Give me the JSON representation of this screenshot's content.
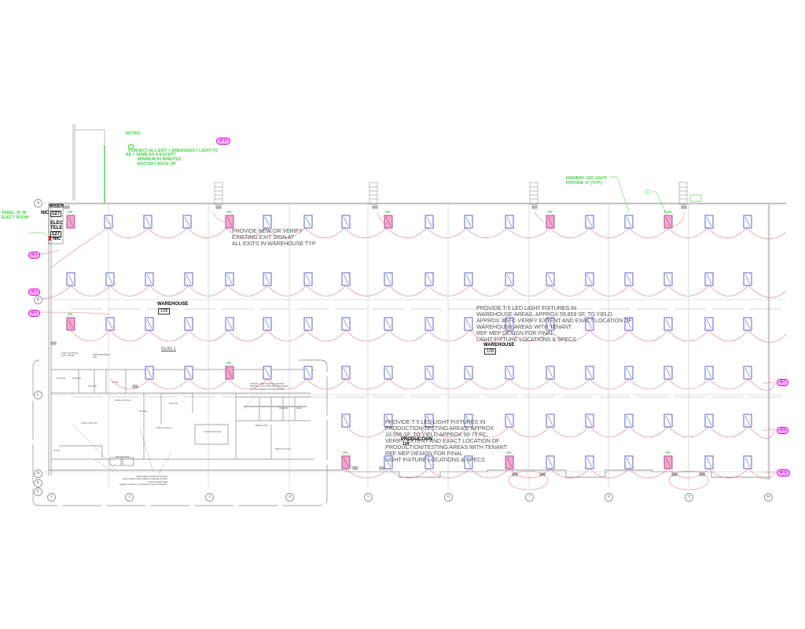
{
  "drawing": {
    "type": "electrical lighting floor plan",
    "colors": {
      "fixture_outline": "#6060d0",
      "emergency_fixture_fill": "#f0a0c0",
      "circuit_arc": "#e07080",
      "notes_green": "#3cd23c",
      "panel_tag_fill": "#ffb3ff",
      "panel_tag_stroke": "#e000e0",
      "walls": "#999999"
    }
  },
  "notes": {
    "heading": "NOTES:",
    "note1_marker": "1",
    "note1_text": "CONNECT ALL EXIT + EMERGENCY LIGHT TO",
    "note1_tag": "H-13",
    "ae_legend_line1": "AE = SAME AS A EXCEPT",
    "ae_legend_line2": "MINIMUM 90 MINUTES",
    "ae_legend_line3": "BATTERY BACK UP"
  },
  "panel_callout": {
    "line1": "PANEL 'H' IN",
    "line2": "ELECT ROOM"
  },
  "rooms": {
    "riser": {
      "name": "RISER",
      "prefix": "NIC",
      "number": "127"
    },
    "elec_tele": {
      "name_line1": "ELEC",
      "name_line2": "TELE",
      "number": "127",
      "suffix": "NIC"
    },
    "warehouse_west": {
      "name": "WAREHOUSE",
      "number": "128"
    },
    "warehouse_east": {
      "name": "WAREHOUSE",
      "number": "128"
    },
    "production": {
      "name": "PRODUCTION",
      "number": "124"
    }
  },
  "callouts": {
    "exit_sign": "PROVIDE NEW OR VERIFY\nEXISTING EXIT SIGN AT\nALL EXITS IN WAREHOUSE TYP",
    "warehouse_fixtures": "PROVIDE T-5 LED LIGHT FIXTURES IN\nWAREHOUSE AREAS, APPROX 59,859 SF, TO YIELD\nAPPROX 30 FC-VERIFY EXTENT AND EXACT LOCATION OF\nWAREHOUSE AREAS WITH TENANT.\nREF MEP DESIGN FOR FINAL\nLIGHT FIXTURE LOCATIONS & SPECS",
    "production_fixtures": "PROVIDE T-5 LED LIGHT FIXTURES IN\nPRODUCTION/TESTING AREAS, APPROX\n10,555 SF, TO YIELD APPROX 50-75 FC,\nVERIFY EXTENT AND EXACT LOCATION OF\nPRODUCTION/TESTING AREAS WITH TENANT.\nREF MEP DESIGN FOR FINAL\nLIGHT FIXTURE LOCATIONS & SPECS",
    "highbay": "HIGHBAY LED LIGHT\nFIXTURE 'A' (TYP.)",
    "highbay_note_marker": "1",
    "detail_ref": "01/A3.1",
    "restroom_note": "INSTALL NEW WATER HEATER\nINSTALL 1 EA AND PROVIDE NEW\nAS REQUIRED (COORDINATE)",
    "low_voltage": "LOW VOLTAGE\nCOIL PANEL",
    "maintenance": "MAINTENANCE\n130",
    "storefront_note": "PROVIDE FLOOR OUTLETS\nWITH DATA AND CABLE CONNECTIONS\nFOR FURNITURE\nVERIFY EXACT LOCATIONS WITH TENANT"
  },
  "fixture_labels": {
    "ae": "AE",
    "one_ae": "1-AE",
    "exit": "EX"
  },
  "panel_tags": {
    "left": [
      "H-1",
      "H-5",
      "H-5"
    ],
    "right": [
      "H-7",
      "H-9",
      "H-11"
    ]
  },
  "grid_lines": {
    "rows": [
      "A",
      "B",
      "C",
      "D",
      "E",
      "F"
    ],
    "columns": [
      "1",
      "2",
      "3",
      "4",
      "5",
      "6",
      "7",
      "8",
      "9",
      "10"
    ]
  },
  "office_rooms": [
    {
      "label": "OFFICE",
      "num": "115"
    },
    {
      "label": "OFFICE",
      "num": "114"
    },
    {
      "label": "OFFICE",
      "num": "113"
    },
    {
      "label": "CONF",
      "num": "112"
    },
    {
      "label": "OPEN OFFICE",
      "num": "106"
    },
    {
      "label": "OPEN OFFICE",
      "num": "103"
    },
    {
      "label": "OFFICE",
      "num": "104"
    },
    {
      "label": "OFFICE",
      "num": "111"
    },
    {
      "label": "OPEN OFFICE",
      "num": "107"
    },
    {
      "label": "OFFICE",
      "num": "109"
    },
    {
      "label": "OFFICE",
      "num": "110"
    },
    {
      "label": "CONF",
      "num": "102"
    },
    {
      "label": "RECEPTION",
      "num": "101"
    },
    {
      "label": "BREAK RM",
      "num": "117"
    },
    {
      "label": "PRODUCTION",
      "num": "118"
    },
    {
      "label": "WOMEN",
      "num": "119"
    },
    {
      "label": "MEN",
      "num": "120"
    }
  ]
}
